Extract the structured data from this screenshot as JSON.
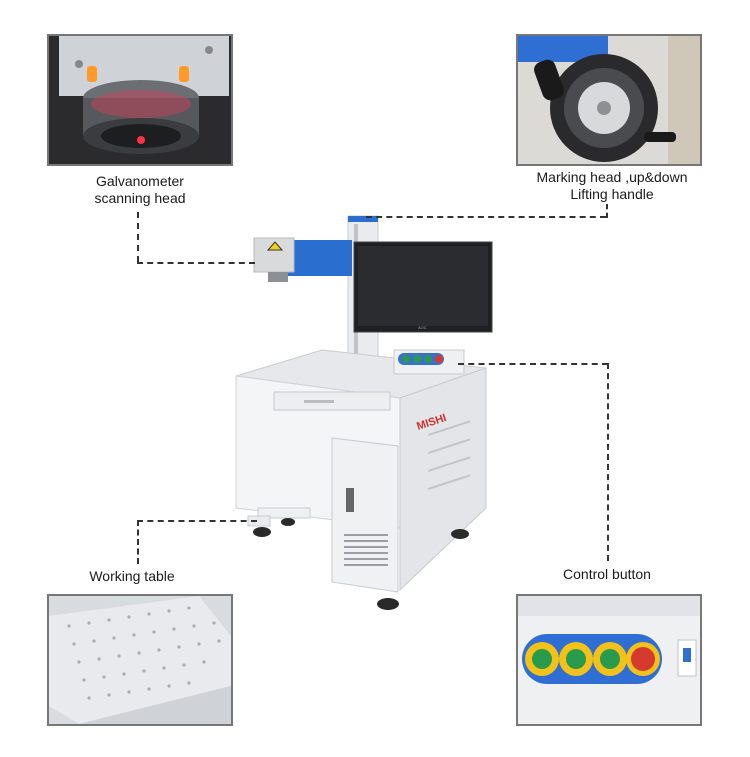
{
  "callouts": {
    "galvanometer": {
      "line1": "Galvanometer",
      "line2": "scanning head"
    },
    "marking_head": {
      "line1": "Marking head ,up&down",
      "line2": "Lifting handle"
    },
    "working_table": {
      "label": "Working table"
    },
    "control_button": {
      "label": "Control button"
    }
  },
  "machine": {
    "brand": "MISHI",
    "monitor_brand": "AOC"
  },
  "colors": {
    "machine_body": "#f1f2f4",
    "accent_blue": "#2a6fd0",
    "brand_red": "#d0312d",
    "photo_border": "#777777"
  }
}
